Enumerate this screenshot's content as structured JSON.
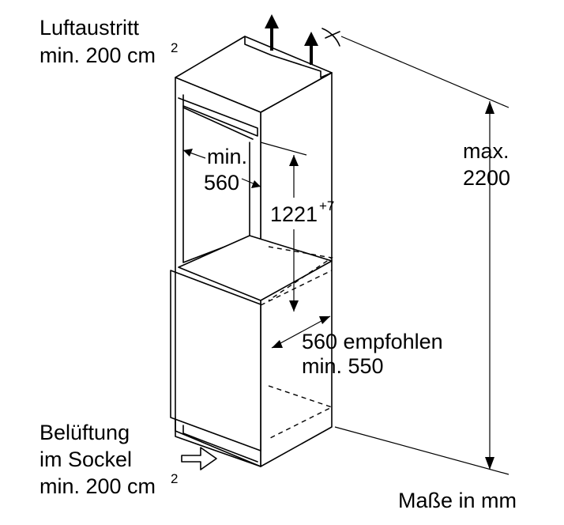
{
  "labels": {
    "air_outlet_line1": "Luftaustritt",
    "air_outlet_line2": "min. 200 cm",
    "air_outlet_sup": "2",
    "width_min_line1": "min.",
    "width_min_line2": "560",
    "height_niche": "1221",
    "height_niche_sup": "+7",
    "height_max_line1": "max.",
    "height_max_line2": "2200",
    "depth_line1": "560 empfohlen",
    "depth_line2": "min. 550",
    "vent_line1": "Belüftung",
    "vent_line2": "im Sockel",
    "vent_line3": "min. 200 cm",
    "vent_sup": "2",
    "units": "Maße in mm"
  },
  "icons": {
    "airflow_up": "arrow-up-icon",
    "airflow_in": "arrow-right-outline-icon",
    "ceiling_gap": "gap-marker-icon"
  }
}
